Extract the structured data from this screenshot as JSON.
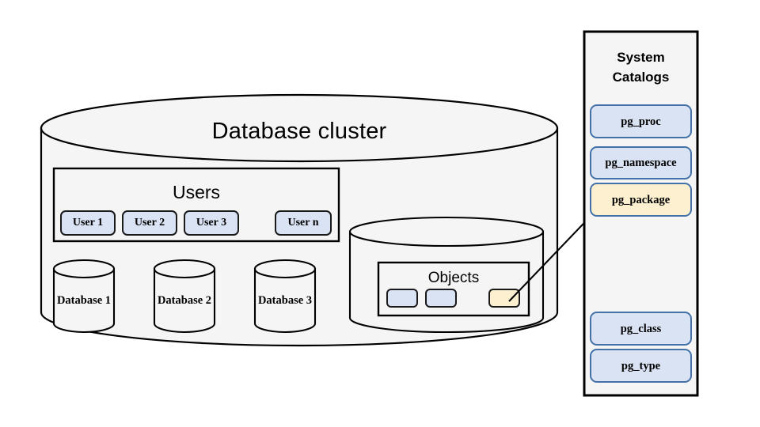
{
  "diagram": {
    "title": "Database cluster",
    "background_color": "#ffffff",
    "shape_fill": "#f5f5f5",
    "shape_stroke": "#000000",
    "blue_fill": "#dae3f3",
    "blue_stroke": "#4472a8",
    "yellow_fill": "#fdf0d0",
    "chip_stroke": "#1a1a1a"
  },
  "cluster": {
    "title": "Database  cluster",
    "users_box": {
      "title": "Users",
      "users": [
        {
          "label": "User 1"
        },
        {
          "label": "User 2"
        },
        {
          "label": "User 3"
        },
        {
          "label": "User n"
        }
      ]
    },
    "databases": [
      {
        "label": "Database 1"
      },
      {
        "label": "Database 2"
      },
      {
        "label": "Database 3"
      }
    ],
    "objects_cylinder": {
      "title": "Objects",
      "objects": [
        {
          "label": "",
          "state": "normal"
        },
        {
          "label": "",
          "state": "normal"
        },
        {
          "label": "",
          "state": "highlighted"
        }
      ]
    }
  },
  "system_catalogs": {
    "title_line1": "System",
    "title_line2": "Catalogs",
    "catalogs": [
      {
        "label": "pg_proc",
        "state": "normal"
      },
      {
        "label": "pg_namespace",
        "state": "normal"
      },
      {
        "label": "pg_package",
        "state": "highlighted"
      },
      {
        "label": "pg_class",
        "state": "normal"
      },
      {
        "label": "pg_type",
        "state": "normal"
      }
    ]
  },
  "connector": {
    "from": "objects-chip-3",
    "to": "catalog-pg_package"
  }
}
